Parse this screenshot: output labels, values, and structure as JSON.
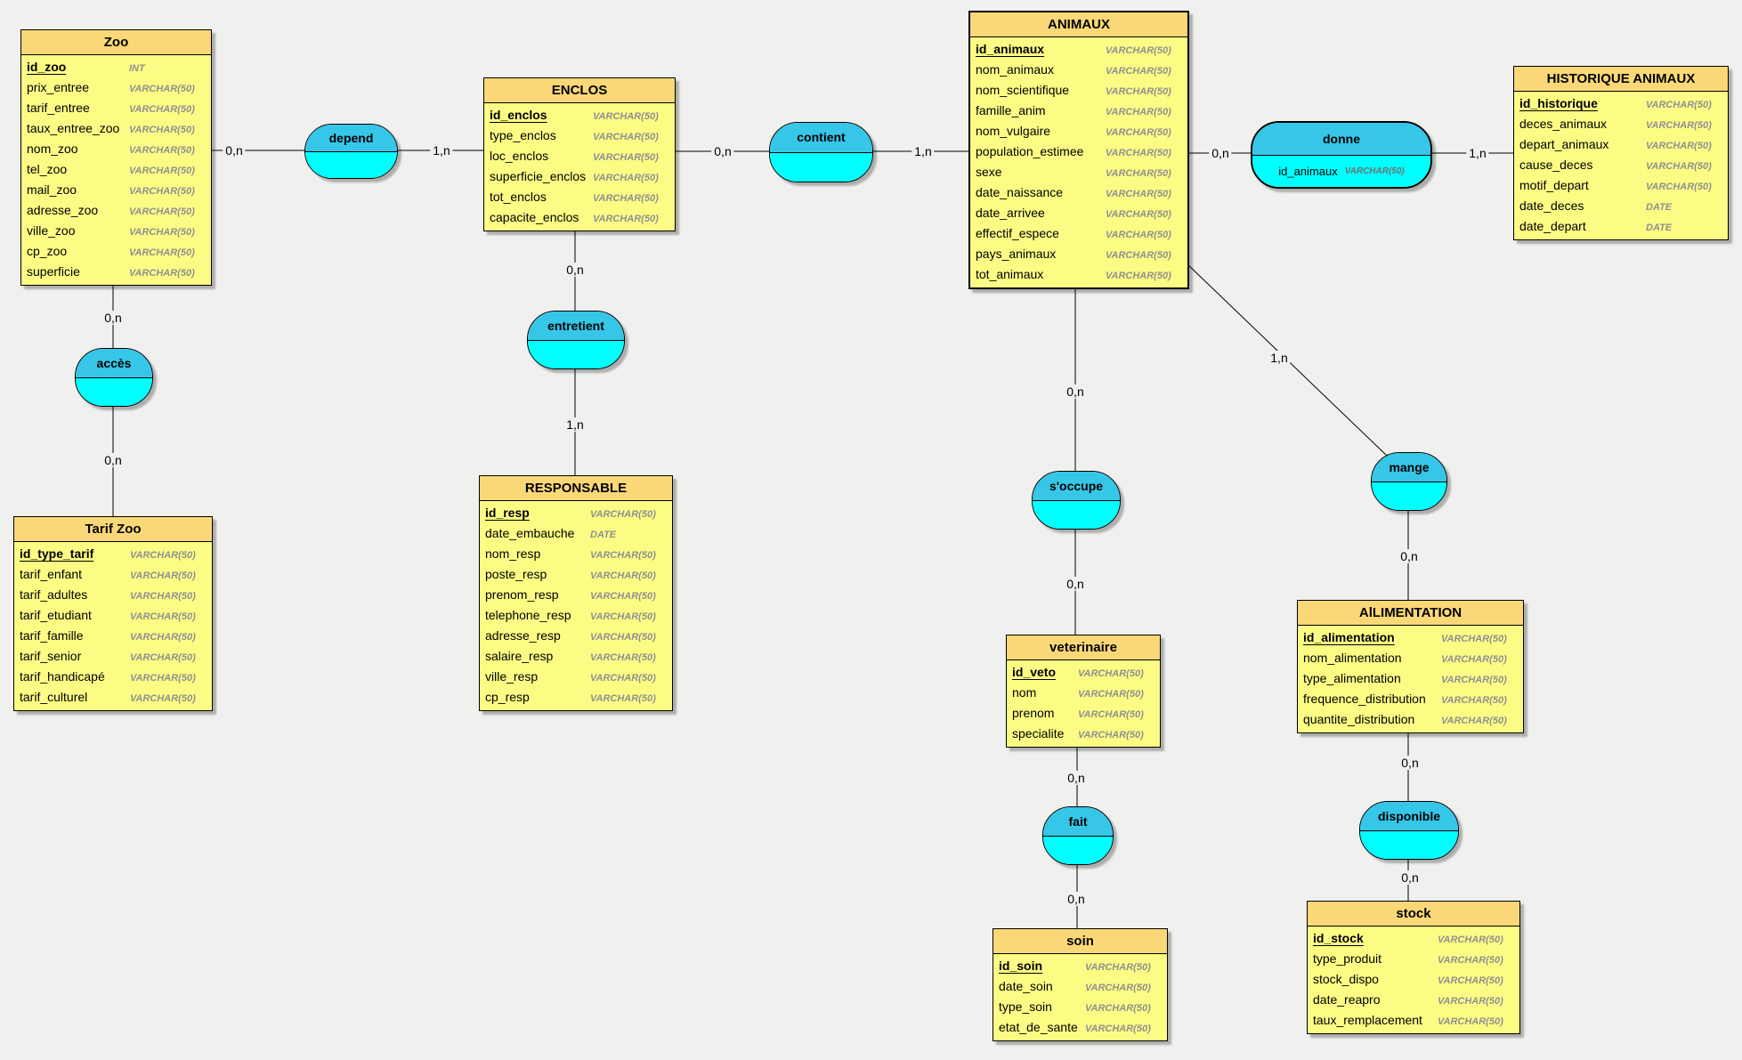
{
  "colors": {
    "background": "#F0F0EE",
    "entity_header": "#FBD877",
    "entity_body": "#FCFC85",
    "relation_top": "#36C6E8",
    "relation_bottom": "#00FFFF",
    "border": "#000000",
    "type_text": "#909090"
  },
  "entities": [
    {
      "name": "Zoo",
      "attributes": [
        {
          "name": "id_zoo",
          "type": "INT",
          "pk": true
        },
        {
          "name": "prix_entree",
          "type": "VARCHAR(50)"
        },
        {
          "name": "tarif_entree",
          "type": "VARCHAR(50)"
        },
        {
          "name": "taux_entree_zoo",
          "type": "VARCHAR(50)"
        },
        {
          "name": "nom_zoo",
          "type": "VARCHAR(50)"
        },
        {
          "name": "tel_zoo",
          "type": "VARCHAR(50)"
        },
        {
          "name": "mail_zoo",
          "type": "VARCHAR(50)"
        },
        {
          "name": "adresse_zoo",
          "type": "VARCHAR(50)"
        },
        {
          "name": "ville_zoo",
          "type": "VARCHAR(50)"
        },
        {
          "name": "cp_zoo",
          "type": "VARCHAR(50)"
        },
        {
          "name": "superficie",
          "type": "VARCHAR(50)"
        }
      ]
    },
    {
      "name": "ENCLOS",
      "attributes": [
        {
          "name": "id_enclos",
          "type": "VARCHAR(50)",
          "pk": true
        },
        {
          "name": "type_enclos",
          "type": "VARCHAR(50)"
        },
        {
          "name": "loc_enclos",
          "type": "VARCHAR(50)"
        },
        {
          "name": "superficie_enclos",
          "type": "VARCHAR(50)"
        },
        {
          "name": "tot_enclos",
          "type": "VARCHAR(50)"
        },
        {
          "name": "capacite_enclos",
          "type": "VARCHAR(50)"
        }
      ]
    },
    {
      "name": "ANIMAUX",
      "attributes": [
        {
          "name": "id_animaux",
          "type": "VARCHAR(50)",
          "pk": true
        },
        {
          "name": "nom_animaux",
          "type": "VARCHAR(50)"
        },
        {
          "name": "nom_scientifique",
          "type": "VARCHAR(50)"
        },
        {
          "name": "famille_anim",
          "type": "VARCHAR(50)"
        },
        {
          "name": "nom_vulgaire",
          "type": "VARCHAR(50)"
        },
        {
          "name": "population_estimee",
          "type": "VARCHAR(50)"
        },
        {
          "name": "sexe",
          "type": "VARCHAR(50)"
        },
        {
          "name": "date_naissance",
          "type": "VARCHAR(50)"
        },
        {
          "name": "date_arrivee",
          "type": "VARCHAR(50)"
        },
        {
          "name": "effectif_espece",
          "type": "VARCHAR(50)"
        },
        {
          "name": "pays_animaux",
          "type": "VARCHAR(50)"
        },
        {
          "name": "tot_animaux",
          "type": "VARCHAR(50)"
        }
      ]
    },
    {
      "name": "HISTORIQUE ANIMAUX",
      "attributes": [
        {
          "name": "id_historique",
          "type": "VARCHAR(50)",
          "pk": true
        },
        {
          "name": "deces_animaux",
          "type": "VARCHAR(50)"
        },
        {
          "name": "depart_animaux",
          "type": "VARCHAR(50)"
        },
        {
          "name": "cause_deces",
          "type": "VARCHAR(50)"
        },
        {
          "name": "motif_depart",
          "type": "VARCHAR(50)"
        },
        {
          "name": "date_deces",
          "type": "DATE"
        },
        {
          "name": "date_depart",
          "type": "DATE"
        }
      ]
    },
    {
      "name": "Tarif Zoo",
      "attributes": [
        {
          "name": "id_type_tarif",
          "type": "VARCHAR(50)",
          "pk": true
        },
        {
          "name": "tarif_enfant",
          "type": "VARCHAR(50)"
        },
        {
          "name": "tarif_adultes",
          "type": "VARCHAR(50)"
        },
        {
          "name": "tarif_etudiant",
          "type": "VARCHAR(50)"
        },
        {
          "name": "tarif_famille",
          "type": "VARCHAR(50)"
        },
        {
          "name": "tarif_senior",
          "type": "VARCHAR(50)"
        },
        {
          "name": "tarif_handicapé",
          "type": "VARCHAR(50)"
        },
        {
          "name": "tarif_culturel",
          "type": "VARCHAR(50)"
        }
      ]
    },
    {
      "name": "RESPONSABLE",
      "attributes": [
        {
          "name": "id_resp",
          "type": "VARCHAR(50)",
          "pk": true
        },
        {
          "name": "date_embauche",
          "type": "DATE"
        },
        {
          "name": "nom_resp",
          "type": "VARCHAR(50)"
        },
        {
          "name": "poste_resp",
          "type": "VARCHAR(50)"
        },
        {
          "name": "prenom_resp",
          "type": "VARCHAR(50)"
        },
        {
          "name": "telephone_resp",
          "type": "VARCHAR(50)"
        },
        {
          "name": "adresse_resp",
          "type": "VARCHAR(50)"
        },
        {
          "name": "salaire_resp",
          "type": "VARCHAR(50)"
        },
        {
          "name": "ville_resp",
          "type": "VARCHAR(50)"
        },
        {
          "name": "cp_resp",
          "type": "VARCHAR(50)"
        }
      ]
    },
    {
      "name": "veterinaire",
      "attributes": [
        {
          "name": "id_veto",
          "type": "VARCHAR(50)",
          "pk": true
        },
        {
          "name": "nom",
          "type": "VARCHAR(50)"
        },
        {
          "name": "prenom",
          "type": "VARCHAR(50)"
        },
        {
          "name": "specialite",
          "type": "VARCHAR(50)"
        }
      ]
    },
    {
      "name": "soin",
      "attributes": [
        {
          "name": "id_soin",
          "type": "VARCHAR(50)",
          "pk": true
        },
        {
          "name": "date_soin",
          "type": "VARCHAR(50)"
        },
        {
          "name": "type_soin",
          "type": "VARCHAR(50)"
        },
        {
          "name": "etat_de_sante",
          "type": "VARCHAR(50)"
        }
      ]
    },
    {
      "name": "AlLIMENTATION",
      "attributes": [
        {
          "name": "id_alimentation",
          "type": "VARCHAR(50)",
          "pk": true
        },
        {
          "name": "nom_alimentation",
          "type": "VARCHAR(50)"
        },
        {
          "name": "type_alimentation",
          "type": "VARCHAR(50)"
        },
        {
          "name": "frequence_distribution",
          "type": "VARCHAR(50)"
        },
        {
          "name": "quantite_distribution",
          "type": "VARCHAR(50)"
        }
      ]
    },
    {
      "name": "stock",
      "attributes": [
        {
          "name": "id_stock",
          "type": "VARCHAR(50)",
          "pk": true
        },
        {
          "name": "type_produit",
          "type": "VARCHAR(50)"
        },
        {
          "name": "stock_dispo",
          "type": "VARCHAR(50)"
        },
        {
          "name": "date_reapro",
          "type": "VARCHAR(50)"
        },
        {
          "name": "taux_remplacement",
          "type": "VARCHAR(50)"
        }
      ]
    }
  ],
  "relations": [
    {
      "name": "depend"
    },
    {
      "name": "contient"
    },
    {
      "name": "donne",
      "attributes": [
        {
          "name": "id_animaux",
          "type": "VARCHAR(50)"
        }
      ]
    },
    {
      "name": "accès"
    },
    {
      "name": "entretient"
    },
    {
      "name": "s'occupe"
    },
    {
      "name": "mange"
    },
    {
      "name": "fait"
    },
    {
      "name": "disponible"
    }
  ],
  "cardinalities": [
    {
      "text": "0,n"
    },
    {
      "text": "1,n"
    },
    {
      "text": "0,n"
    },
    {
      "text": "1,n"
    },
    {
      "text": "0,n"
    },
    {
      "text": "1,n"
    },
    {
      "text": "0,n"
    },
    {
      "text": "0,n"
    },
    {
      "text": "0,n"
    },
    {
      "text": "1,n"
    },
    {
      "text": "0,n"
    },
    {
      "text": "0,n"
    },
    {
      "text": "1,n"
    },
    {
      "text": "0,n"
    },
    {
      "text": "0,n"
    },
    {
      "text": "0,n"
    },
    {
      "text": "0,n"
    },
    {
      "text": "0,n"
    }
  ]
}
